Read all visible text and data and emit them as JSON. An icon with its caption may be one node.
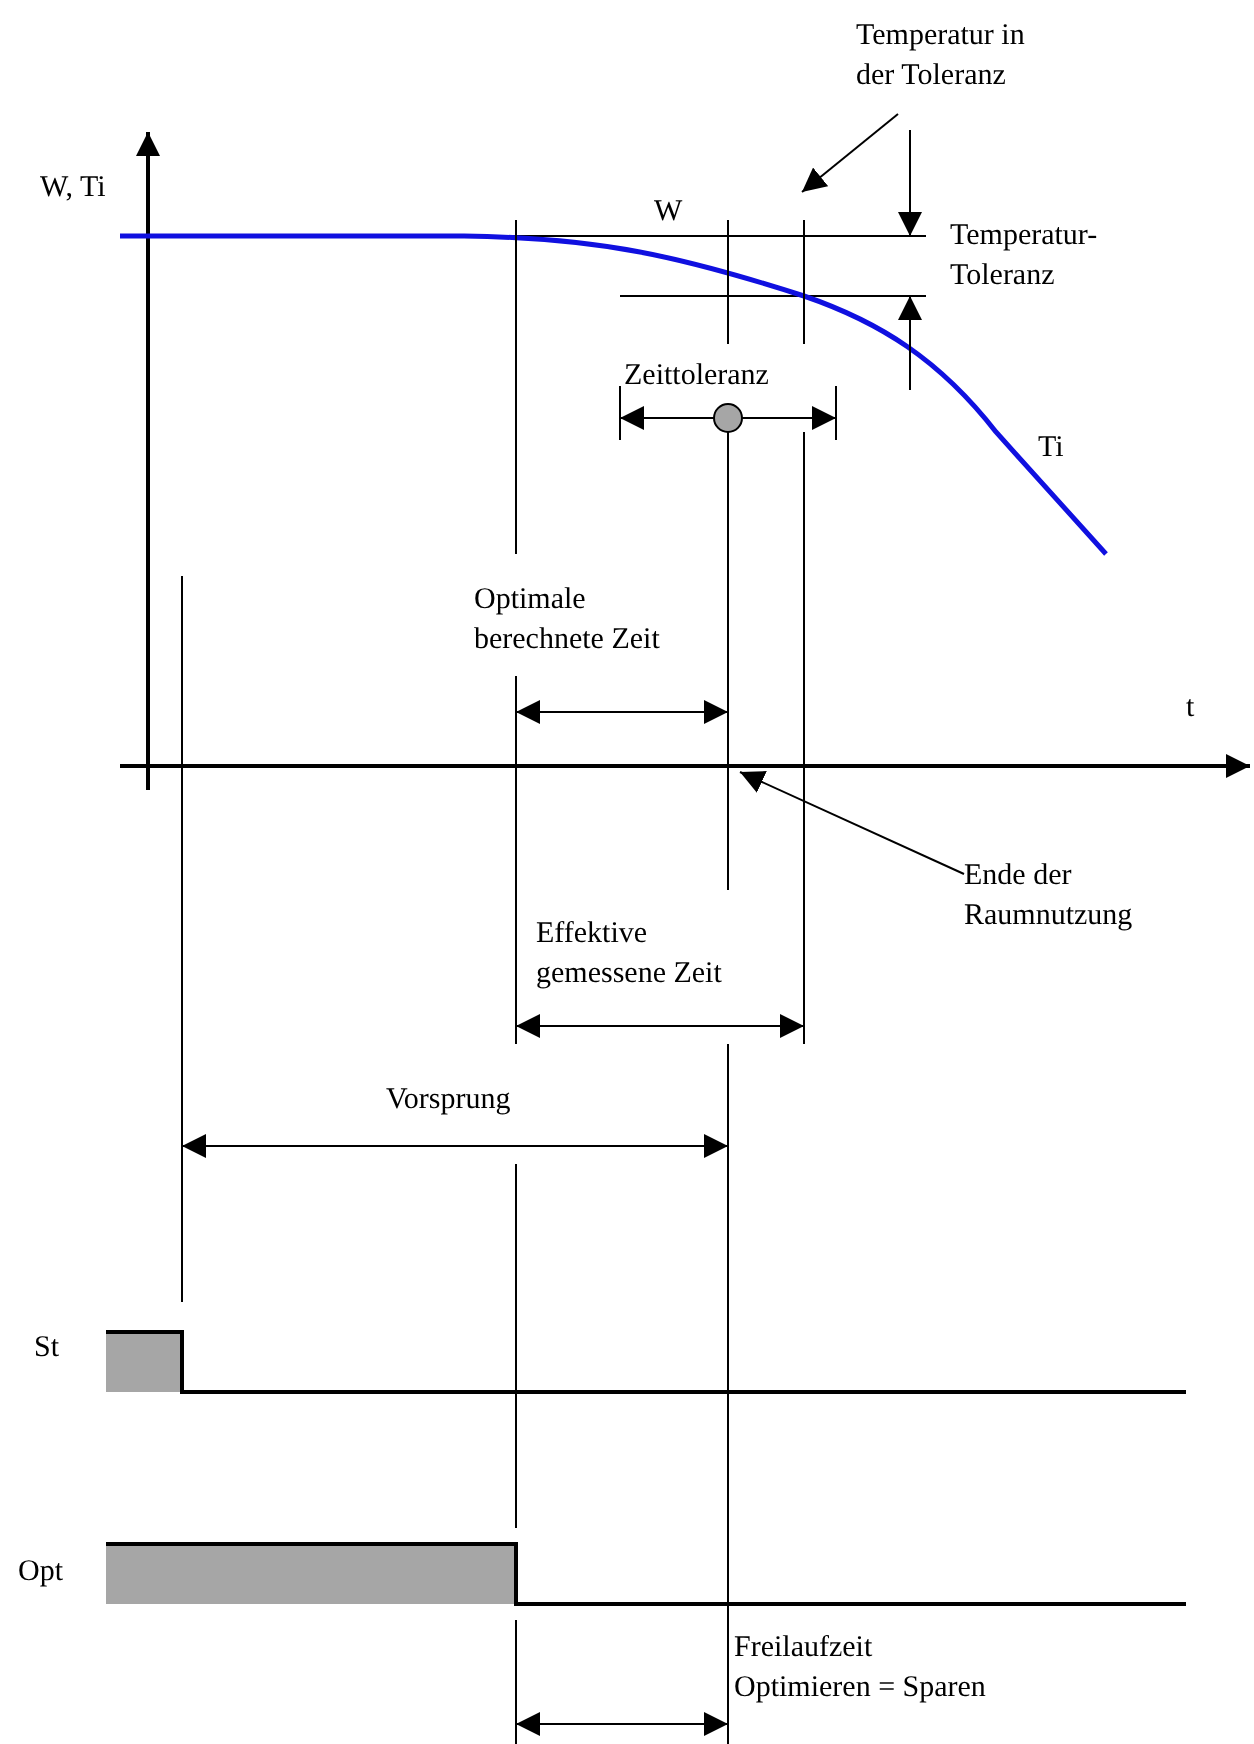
{
  "diagram": {
    "nodes": [
      {
        "text": [
          "Temperatur in der Toleranz"
        ]
      },
      {
        "text": [
          "Ende der Raumnutzung"
        ]
      },
      {
        "text": [],
        "shape": "line"
      }
    ],
    "edges": [
      {
        "from": 0,
        "to": null,
        "arrow": "to"
      },
      {
        "from": 1,
        "to": 2,
        "arrow": "to"
      }
    ],
    "labels": [
      "W, Ti",
      "W",
      "Temperatur-Toleranz",
      "Zeittoleranz",
      "Ti",
      "Optimale berechnete Zeit",
      "t",
      "Effektive gemessene Zeit",
      "Vorsprung",
      "St",
      "Opt",
      "Freilaufzeit Optimieren = Sparen"
    ]
  }
}
